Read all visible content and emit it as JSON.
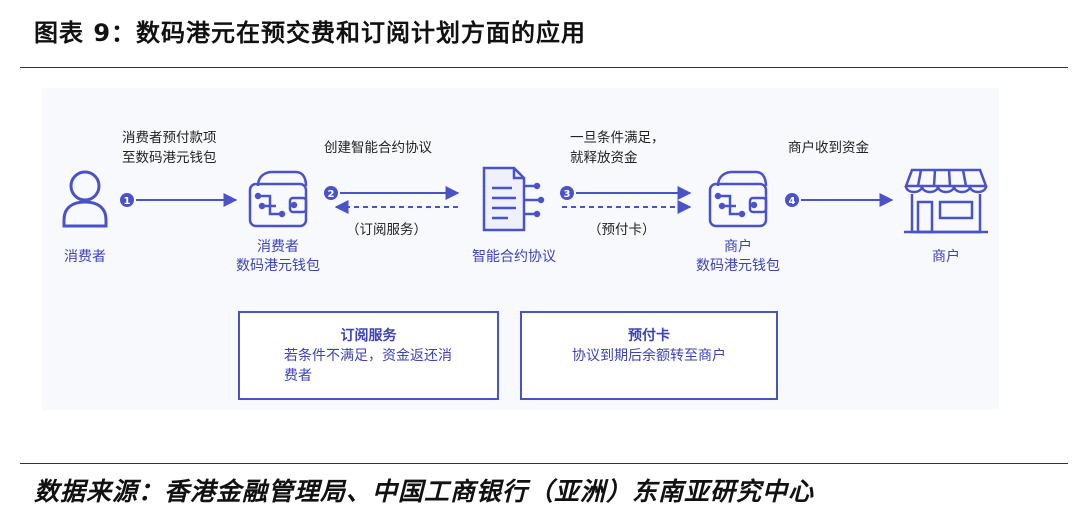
{
  "title": "图表 9：数码港元在预交费和订阅计划方面的应用",
  "footer": "数据来源：香港金融管理局、中国工商银行（亚洲）东南亚研究中心",
  "colors": {
    "accent": "#4a52c9",
    "text_blue": "#3d42b8"
  },
  "nodes": {
    "consumer": {
      "label": "消费者",
      "icon": "person-icon"
    },
    "consumer_wallet": {
      "label_line1": "消费者",
      "label_line2": "数码港元钱包",
      "icon": "wallet-icon"
    },
    "smart_contract": {
      "label": "智能合约协议",
      "icon": "contract-document-icon"
    },
    "merchant_wallet": {
      "label_line1": "商户",
      "label_line2": "数码港元钱包",
      "icon": "wallet-icon"
    },
    "merchant": {
      "label": "商户",
      "icon": "storefront-icon"
    }
  },
  "steps": [
    {
      "num": "1",
      "line1": "消费者预付款项",
      "line2": "至数码港元钱包"
    },
    {
      "num": "2",
      "line1": "创建智能合约协议",
      "return_label": "（订阅服务）"
    },
    {
      "num": "3",
      "line1": "一旦条件满足，",
      "line2": "就释放资金",
      "return_label": "（预付卡）"
    },
    {
      "num": "4",
      "line1": "商户收到资金"
    }
  ],
  "boxes": {
    "subscription": {
      "title": "订阅服务",
      "line1": "若条件不满足，资金返还消",
      "line2": "费者"
    },
    "prepaid": {
      "title": "预付卡",
      "line1": "协议到期后余额转至商户"
    }
  }
}
